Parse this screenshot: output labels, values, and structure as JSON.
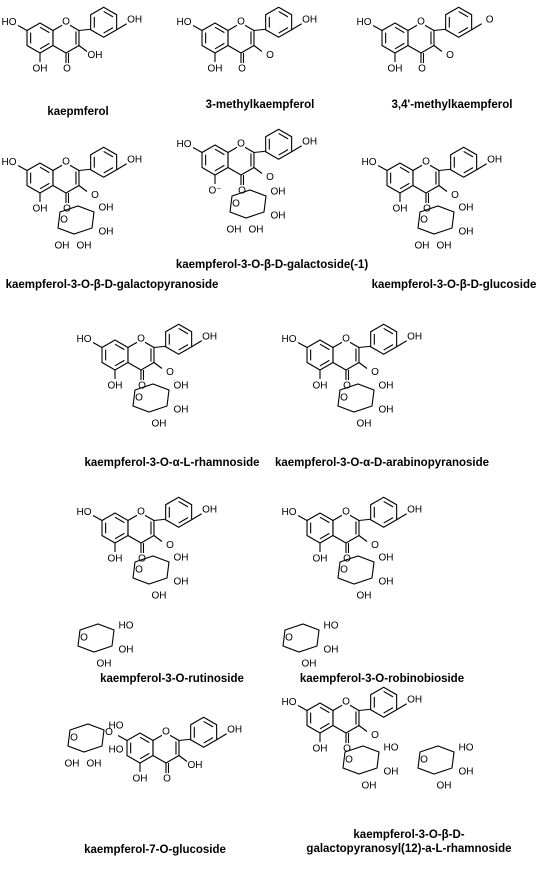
{
  "compounds": [
    {
      "name": "kaepmferol",
      "groups": {
        "r3": "OH",
        "r4p": "OH",
        "r5": "OH",
        "r7": "HO"
      }
    },
    {
      "name": "3-methylkaempferol",
      "groups": {
        "r3": "O",
        "r4p": "OH",
        "r5": "OH",
        "r7": "HO"
      }
    },
    {
      "name": "3,4'-methylkaempferol",
      "groups": {
        "r3": "O",
        "r4p": "O",
        "r5": "OH",
        "r7": "HO"
      }
    },
    {
      "name": "kaempferol-3-O-β-D-galactopyranoside",
      "groups": {
        "r3": "O",
        "r4p": "OH",
        "r5": "OH",
        "r7": "HO"
      },
      "sugar": [
        "OH",
        "OH",
        "OH",
        "OH"
      ]
    },
    {
      "name": "kaempferol-3-O-β-D-galactoside(-1)",
      "groups": {
        "r3": "O",
        "r4p": "OH",
        "r5": "O⁻",
        "r7": "HO"
      },
      "sugar": [
        "OH",
        "OH",
        "OH",
        "OH"
      ]
    },
    {
      "name": "kaempferol-3-O-β-D-glucoside",
      "groups": {
        "r3": "O",
        "r4p": "OH",
        "r5": "OH",
        "r7": "HO"
      },
      "sugar": [
        "OH",
        "OH",
        "OH",
        "OH"
      ]
    },
    {
      "name": "kaempferol-3-O-α-L-rhamnoside",
      "groups": {
        "r3": "O",
        "r4p": "OH",
        "r5": "OH",
        "r7": "HO"
      },
      "sugar": [
        "OH",
        "OH",
        "OH"
      ]
    },
    {
      "name": "kaempferol-3-O-α-D-arabinopyranoside",
      "groups": {
        "r3": "O",
        "r4p": "OH",
        "r5": "OH",
        "r7": "HO"
      },
      "sugar": [
        "OH",
        "OH",
        "OH"
      ]
    },
    {
      "name": "kaempferol-3-O-rutinoside",
      "groups": {
        "r3": "O",
        "r4p": "OH",
        "r5": "OH",
        "r7": "HO"
      },
      "sugar": [
        "OH",
        "OH",
        "OH",
        "HO",
        "OH",
        "OH"
      ]
    },
    {
      "name": "kaempferol-3-O-robinobioside",
      "groups": {
        "r3": "O",
        "r4p": "OH",
        "r5": "OH",
        "r7": "HO"
      },
      "sugar": [
        "OH",
        "OH",
        "OH",
        "HO",
        "OH",
        "OH"
      ]
    },
    {
      "name": "kaempferol-7-O-glucoside",
      "groups": {
        "r3": "OH",
        "r4p": "OH",
        "r5": "OH",
        "r7": "O"
      },
      "sugar": [
        "HO",
        "HO",
        "OH",
        "OH"
      ]
    },
    {
      "name_lines": [
        "kaempferol-3-O-β-D-",
        "galactopyranosyl(12)-a-L-rhamnoside"
      ],
      "groups": {
        "r3": "O",
        "r4p": "OH",
        "r5": "OH",
        "r7": "HO"
      },
      "sugar": [
        "HO",
        "OH",
        "OH",
        "HO",
        "OH",
        "OH"
      ]
    }
  ]
}
